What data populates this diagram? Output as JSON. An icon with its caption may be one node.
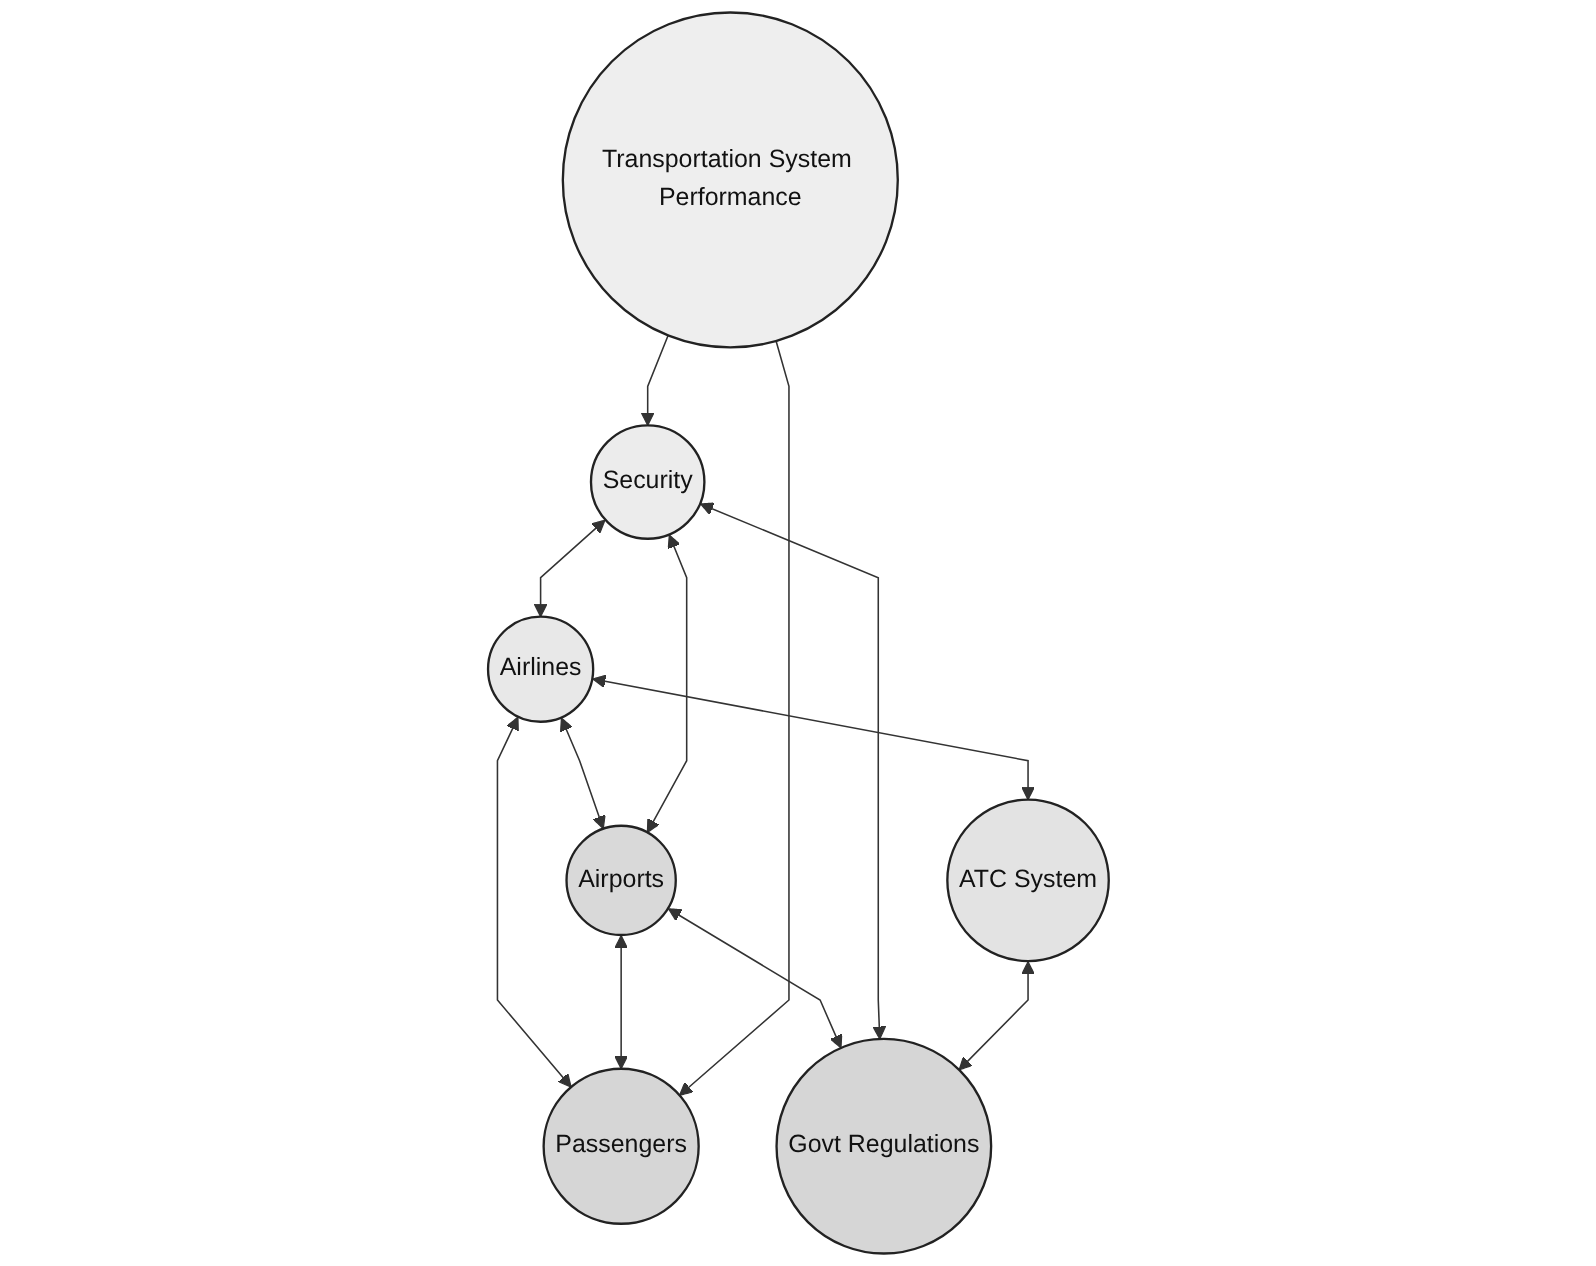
{
  "diagram": {
    "nodes": [
      {
        "text": [
          "Airlines"
        ]
      },
      {
        "text": [
          "Airports"
        ]
      },
      {
        "text": [
          "Security"
        ]
      },
      {
        "text": [
          "Transportation System Performance"
        ]
      },
      {
        "text": [
          "Passengers"
        ]
      },
      {
        "text": [
          "ATC System"
        ]
      },
      {
        "text": [
          "Govt Regulations"
        ]
      }
    ],
    "edges": [
      {
        "from": 0,
        "to": 1,
        "arrow": "both"
      },
      {
        "from": 2,
        "to": 0,
        "arrow": "both"
      },
      {
        "from": 0,
        "to": 5,
        "arrow": "both"
      },
      {
        "from": 2,
        "to": 1,
        "arrow": "both"
      },
      {
        "from": 0,
        "to": 4,
        "arrow": "both"
      },
      {
        "from": 1,
        "to": 4,
        "arrow": "both"
      },
      {
        "from": 1,
        "to": 6,
        "arrow": "both"
      },
      {
        "from": 3,
        "to": 2,
        "arrow": "to"
      },
      {
        "from": 3,
        "to": 4,
        "arrow": "to"
      },
      {
        "from": 2,
        "to": 6,
        "arrow": "both"
      },
      {
        "from": 5,
        "to": 6,
        "arrow": "both"
      }
    ]
  }
}
